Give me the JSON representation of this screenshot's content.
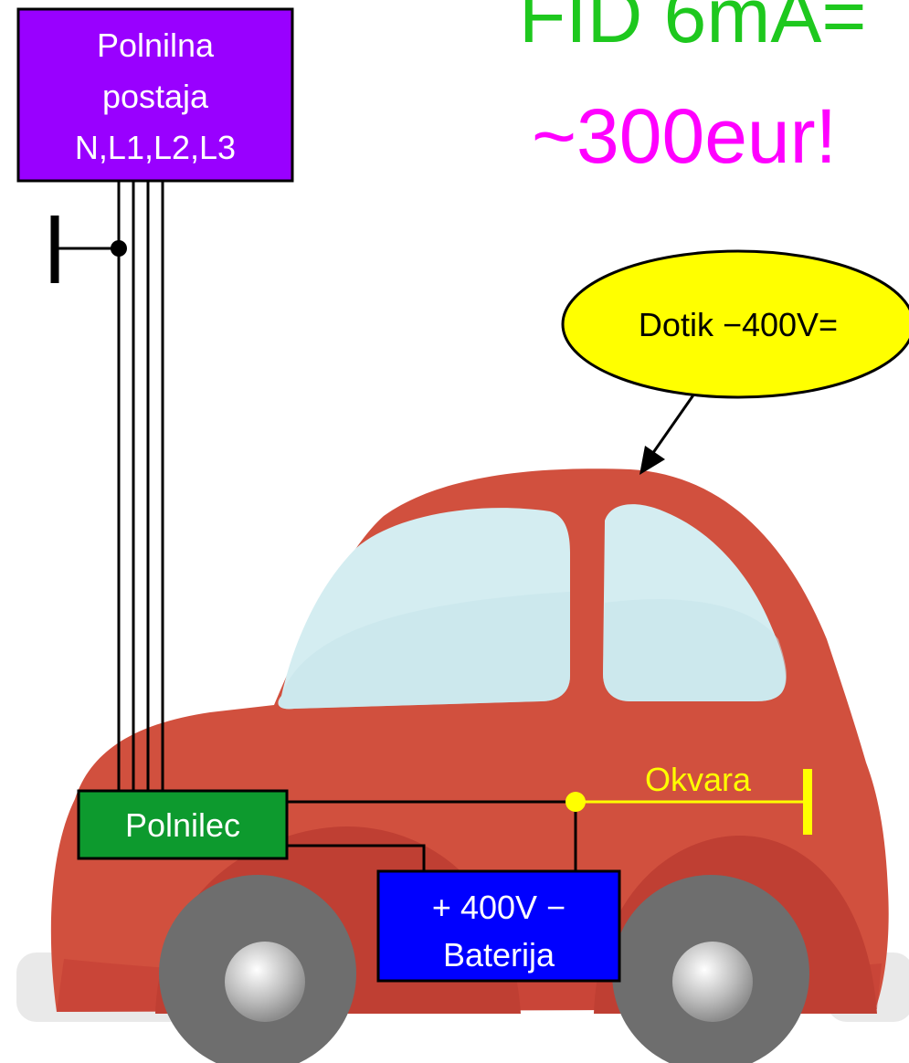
{
  "headline": {
    "line1": "FID 6mA=",
    "line2": "~300eur!",
    "line1_color": "#1ec81e",
    "line2_color": "#ff00ff"
  },
  "station": {
    "lines": [
      "Polnilna",
      "postaja",
      "N,L1,L2,L3"
    ],
    "fill": "#9900ff"
  },
  "callout": {
    "label": "Dotik −400V=",
    "fill": "#ffff00"
  },
  "charger": {
    "label": "Polnilec",
    "fill": "#0d9a2e"
  },
  "battery": {
    "line1": "+ 400V −",
    "line2": "Baterija",
    "fill": "#0000ff"
  },
  "fault": {
    "label": "Okvara",
    "color": "#ffff00"
  },
  "car": {
    "body_color": "#d1503e",
    "window_color": "#d4edf1",
    "wheel_color": "#6e6e6e",
    "bumper_color": "#e9e9e9"
  }
}
